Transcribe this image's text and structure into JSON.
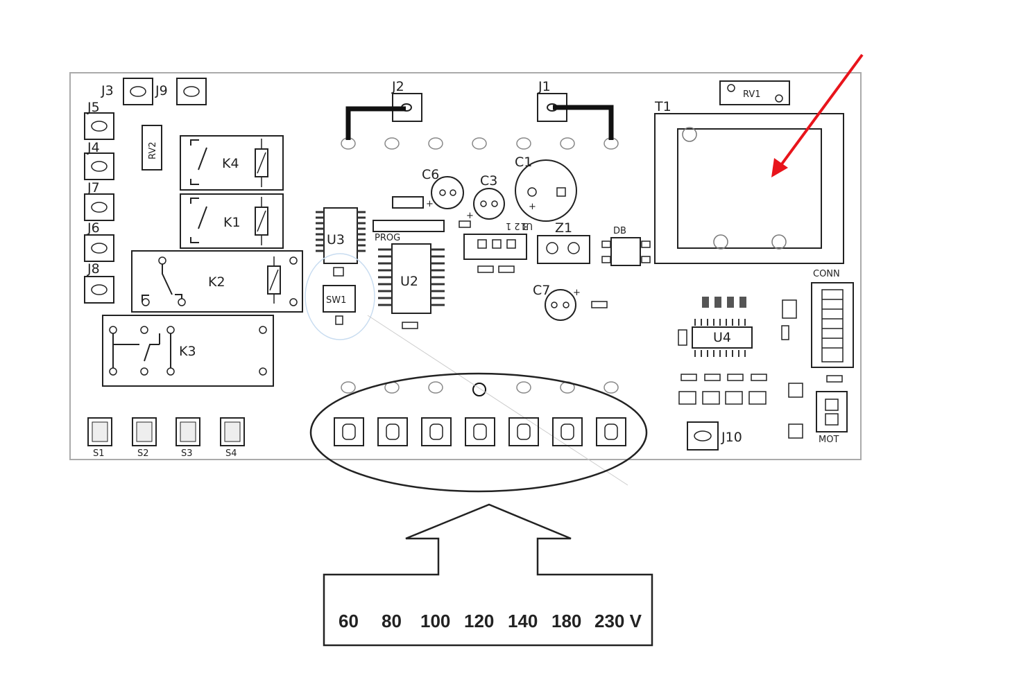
{
  "board": {
    "jumpers_left": [
      "J3",
      "J9",
      "J5",
      "J4",
      "J7",
      "J6",
      "J8"
    ],
    "jumpers_top": [
      "J2",
      "J1"
    ],
    "relays": [
      "K4",
      "K1",
      "K2",
      "K3"
    ],
    "components": {
      "rv2": "RV2",
      "rv1": "RV1",
      "t1": "T1",
      "c6": "C6",
      "c3": "C3",
      "c1": "C1",
      "c7": "C7",
      "u3": "U3",
      "u2": "U2",
      "u4": "U4",
      "u1": "U1",
      "z1": "Z1",
      "db": "DB",
      "prog": "PROG",
      "sw1": "SW1",
      "conn": "CONN",
      "mot": "MOT",
      "j10": "J10",
      "u1_pins": "3 2 1"
    },
    "buttons": [
      "S1",
      "S2",
      "S3",
      "S4"
    ]
  },
  "voltage_labels": [
    "60",
    "80",
    "100",
    "120",
    "140",
    "180",
    "230 V"
  ],
  "colors": {
    "arrow": "#e8141b",
    "line": "#222222"
  }
}
